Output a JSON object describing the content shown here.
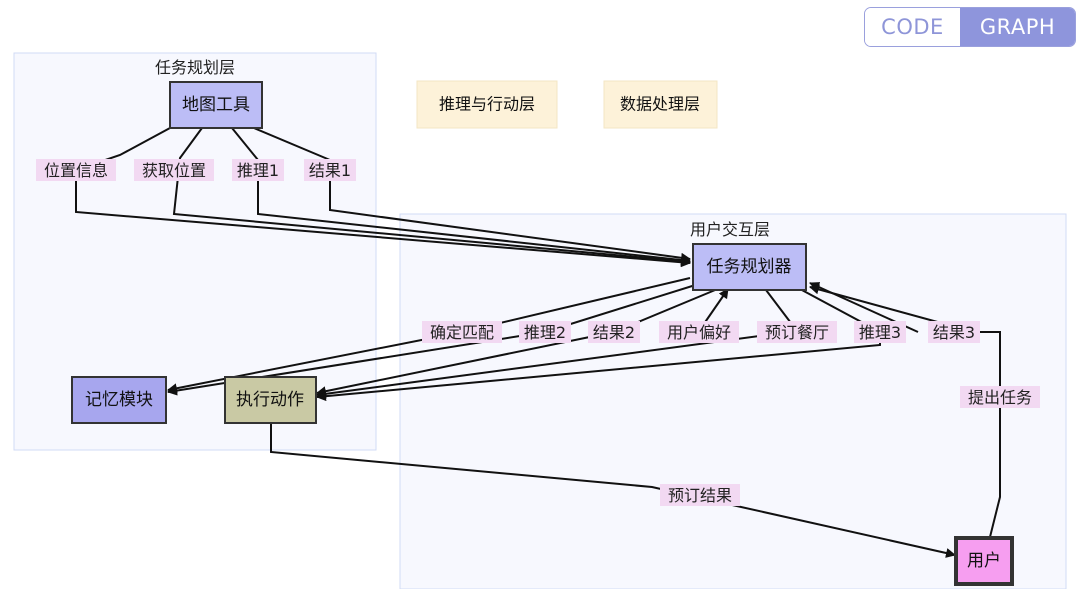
{
  "toggle": {
    "code_label": "CODE",
    "graph_label": "GRAPH",
    "active": "GRAPH"
  },
  "clusters": {
    "planning": "任务规划层",
    "interaction": "用户交互层",
    "reasoning": "推理与行动层",
    "data": "数据处理层"
  },
  "nodes": {
    "map_tool": "地图工具",
    "task_planner": "任务规划器",
    "memory": "记忆模块",
    "action": "执行动作",
    "user": "用户"
  },
  "edge_labels": {
    "location_info": "位置信息",
    "get_location": "获取位置",
    "reasoning1": "推理1",
    "result1": "结果1",
    "match": "确定匹配",
    "reasoning2": "推理2",
    "result2": "结果2",
    "preference": "用户偏好",
    "book_restaurant": "预订餐厅",
    "reasoning3": "推理3",
    "result3": "结果3",
    "submit_task": "提出任务",
    "booking_result": "预订结果"
  },
  "colors": {
    "node_blue": "#bcbdf6",
    "node_deep_blue": "#a7a6ee",
    "node_olive": "#c9c9a4",
    "node_pink": "#f69ef0",
    "edge_label_bg": "#f2d9f2",
    "cluster_fill": "#f7f8fe",
    "legend_fill": "#fdf2d9",
    "toggle_accent": "#8e95dc"
  }
}
